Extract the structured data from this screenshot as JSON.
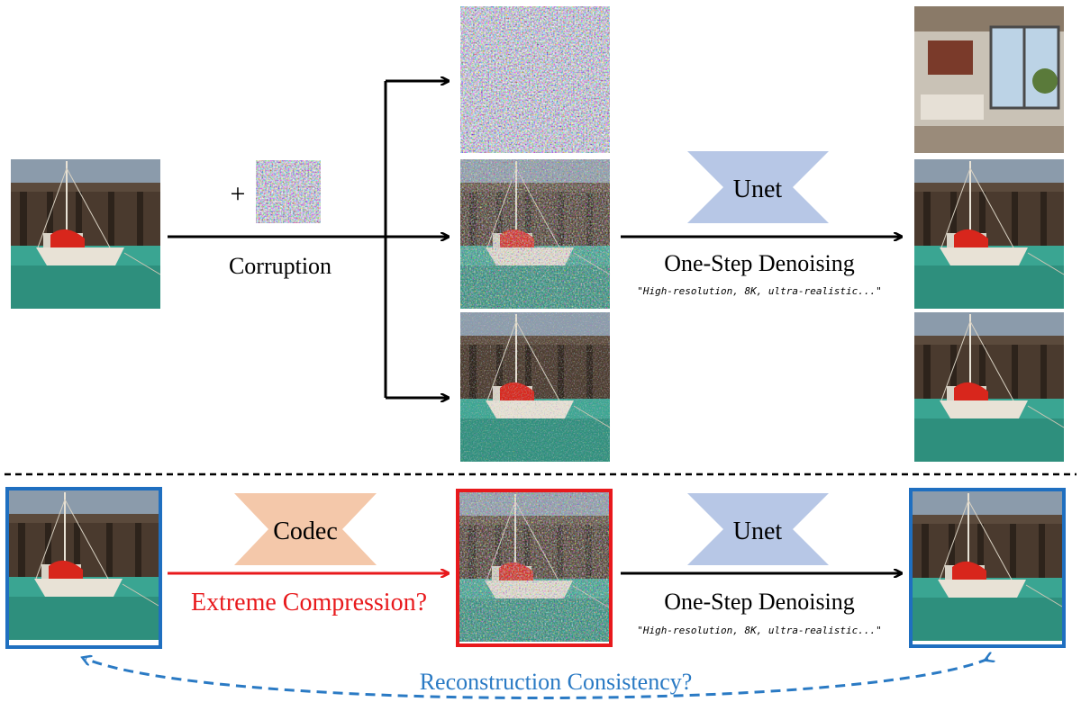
{
  "top": {
    "corruption_label": "Corruption",
    "plus_label": "+",
    "unet_label": "Unet",
    "denoise_label": "One-Step Denoising",
    "prompt_text": "\"High-resolution, 8K, ultra-realistic...\""
  },
  "bottom": {
    "codec_label": "Codec",
    "compression_label": "Extreme Compression?",
    "unet_label": "Unet",
    "denoise_label": "One-Step Denoising",
    "prompt_text": "\"High-resolution, 8K, ultra-realistic...\"",
    "consistency_label": "Reconstruction Consistency?"
  },
  "colors": {
    "codec_fill": "#f4c8aa",
    "unet_fill": "#b7c7e6",
    "compression_red": "#e8191c",
    "frame_blue": "#1f6fc0",
    "consistency_blue": "#2a7ac4",
    "arrow_black": "#000000"
  },
  "images": {
    "source_boat": "boat-photo",
    "noise_patch": "gaussian-noise-patch",
    "pure_noise": "pure-noise-image",
    "noisy_boat_heavy": "heavily-noised-boat",
    "noisy_boat_light": "lightly-noised-boat",
    "output_interior": "living-room-render",
    "output_boat_sharp": "denoised-boat-sharp",
    "output_boat_soft": "denoised-boat-soft"
  }
}
